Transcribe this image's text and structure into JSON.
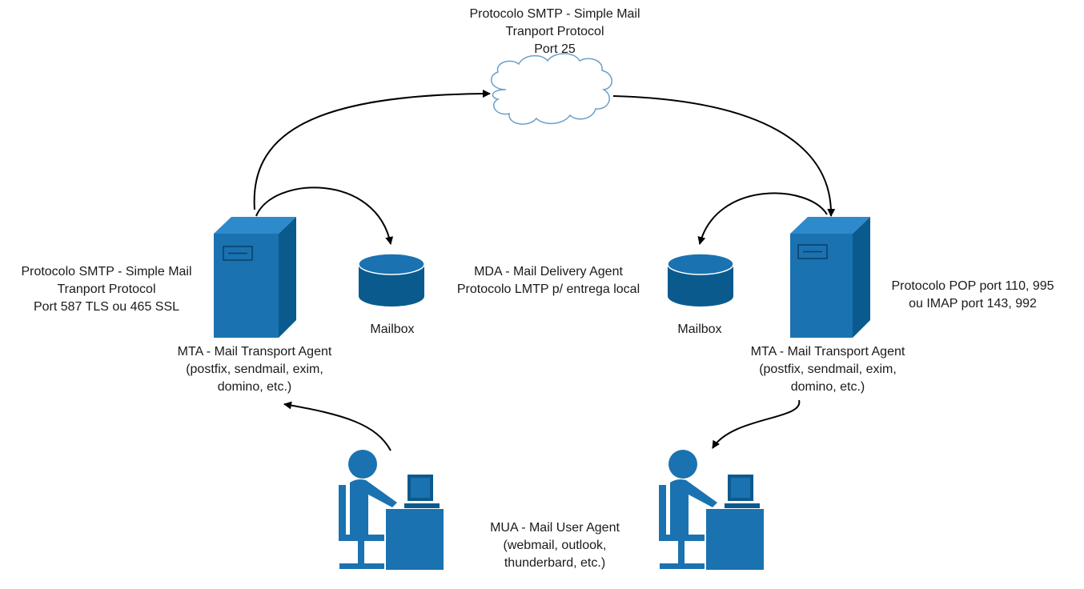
{
  "colors": {
    "primary": "#1a72b0",
    "dark": "#0a5a8e",
    "stroke": "#0b4f80",
    "arrow": "#000000"
  },
  "cloud": {
    "lines": [
      "Protocolo SMTP - Simple Mail",
      "Tranport Protocol",
      "Port 25"
    ]
  },
  "smtp_left": {
    "lines": [
      "Protocolo SMTP - Simple Mail",
      "Tranport Protocol",
      "Port 587 TLS ou 465 SSL"
    ]
  },
  "mda": {
    "lines": [
      "MDA - Mail Delivery Agent",
      "Protocolo LMTP p/ entrega local"
    ]
  },
  "pop_imap": {
    "lines": [
      "Protocolo POP  port 110, 995",
      "ou IMAP port 143, 992"
    ]
  },
  "mailbox_left": {
    "label": "Mailbox"
  },
  "mailbox_right": {
    "label": "Mailbox"
  },
  "mta_left": {
    "lines": [
      "MTA - Mail Transport Agent",
      "(postfix, sendmail, exim,",
      "domino, etc.)"
    ]
  },
  "mta_right": {
    "lines": [
      "MTA - Mail Transport Agent",
      "(postfix, sendmail, exim,",
      "domino, etc.)"
    ]
  },
  "mua": {
    "lines": [
      "MUA - Mail User Agent",
      "(webmail, outlook,",
      "thunderbard, etc.)"
    ]
  },
  "icons": [
    "cloud-icon",
    "server-icon",
    "database-icon",
    "user-at-computer-icon"
  ]
}
